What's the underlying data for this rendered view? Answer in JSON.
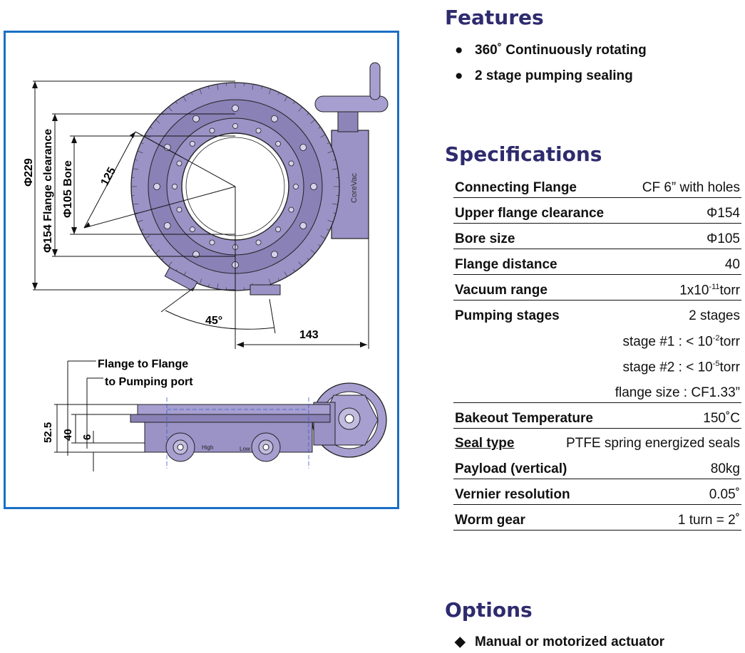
{
  "drawing": {
    "dims": {
      "d229": "Φ229",
      "d154": "Φ154 Flange clearance",
      "d105": "Φ105 Bore",
      "d125": "125",
      "d45": "45°",
      "d143": "143",
      "flange_to_flange": "Flange to Flange",
      "to_pumping_port": "to Pumping port",
      "d52_5": "52.5",
      "d40": "40",
      "d6": "6",
      "brand": "CoreVac",
      "port_high": "High",
      "port_low": "Low"
    },
    "colors": {
      "frame": "#1a6fc4",
      "body": "#9b92c6",
      "body_dark": "#6f6799",
      "line": "#111111"
    }
  },
  "features": {
    "heading": "Features",
    "items": [
      {
        "marker": "●",
        "text": "360˚ Continuously rotating"
      },
      {
        "marker": "●",
        "text": "2 stage pumping sealing"
      }
    ]
  },
  "specifications": {
    "heading": "Specifications",
    "rows": [
      {
        "label": "Connecting Flange",
        "value": "CF 6” with holes"
      },
      {
        "label": "Upper flange clearance",
        "value": "Φ154"
      },
      {
        "label": "Bore size",
        "value": "Φ105"
      },
      {
        "label": "Flange distance",
        "value": "40"
      },
      {
        "label": "Vacuum range",
        "value_base": "1x10",
        "value_sup": "-11",
        "value_tail": "torr"
      },
      {
        "label": "Pumping stages",
        "value": "2 stages"
      },
      {
        "value_base": "stage #1 : < 10",
        "value_sup": "-2",
        "value_tail": "torr"
      },
      {
        "value_base": "stage #2 : < 10",
        "value_sup": "-5",
        "value_tail": "torr"
      },
      {
        "value": "flange size : CF1.33”"
      },
      {
        "label": "Bakeout Temperature",
        "value": "150˚C"
      },
      {
        "label": "Seal type",
        "value": "PTFE spring energized seals"
      },
      {
        "label": "Payload (vertical)",
        "value": "80kg"
      },
      {
        "label": "Vernier resolution",
        "value": "0.05˚"
      },
      {
        "label": "Worm gear",
        "value": "1 turn = 2˚"
      }
    ]
  },
  "options": {
    "heading": "Options",
    "items": [
      {
        "marker": "◆",
        "text": "Manual or motorized actuator"
      }
    ]
  }
}
